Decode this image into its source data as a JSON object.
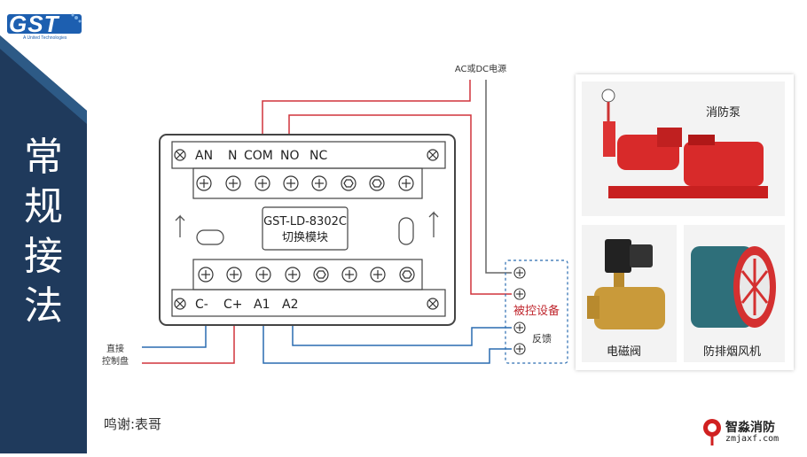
{
  "sidebar": {
    "logo": "GST",
    "logo_subtitle": "A United Technologies",
    "title": "常规接法",
    "bg_color": "#1f3a5c"
  },
  "module": {
    "model": "GST-LD-8302C",
    "name": "切换模块",
    "top_labels": [
      "AN",
      "N",
      "COM",
      "NO",
      "NC"
    ],
    "bottom_labels": [
      "C-",
      "C+",
      "A1",
      "A2"
    ]
  },
  "wiring": {
    "power_label": "AC或DC电源",
    "controller_label_line1": "直接",
    "controller_label_line2": "控制盘",
    "device_label": "被控设备",
    "feedback_label": "反馈",
    "red_wire_color": "#d0333b",
    "blue_wire_color": "#2a6cb0",
    "gray_wire_color": "#666666"
  },
  "products": [
    {
      "label": "消防泵",
      "icon": "fire-pump-icon"
    },
    {
      "label": "电磁阀",
      "icon": "solenoid-valve-icon"
    },
    {
      "label": "防排烟风机",
      "icon": "smoke-exhaust-fan-icon"
    }
  ],
  "credit": "鸣谢:表哥",
  "watermark": {
    "text": "智淼消防",
    "url": "zmjaxf.com"
  }
}
